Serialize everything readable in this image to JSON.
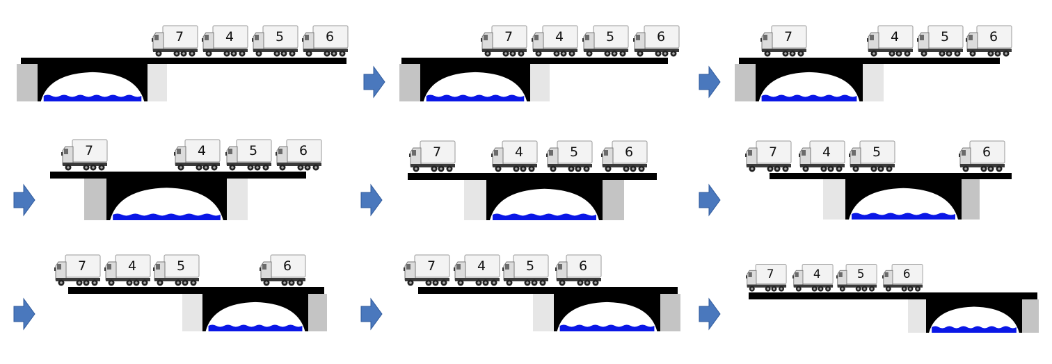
{
  "colors": {
    "background": "#ffffff",
    "deck": "#000000",
    "arch_fill": "#000000",
    "water": "#0a17e6",
    "pier_dark": "#c4c4c4",
    "pier_light": "#e6e6e6",
    "arrow": "#4a78bd",
    "arrow_edge": "#2f5a9c",
    "truck_body": "#f3f3f3",
    "truck_cab": "#dcdcdc"
  },
  "icons": {
    "truck": "truck-icon",
    "arrow": "arrow-right-icon",
    "bridge": "bridge-icon"
  },
  "panels": [
    {
      "trucks": [
        "7",
        "4",
        "5",
        "6"
      ]
    },
    {
      "trucks": [
        "7",
        "4",
        "5",
        "6"
      ]
    },
    {
      "trucks": [
        "7",
        "4",
        "5",
        "6"
      ]
    },
    {
      "trucks": [
        "7",
        "4",
        "5",
        "6"
      ]
    },
    {
      "trucks": [
        "7",
        "4",
        "5",
        "6"
      ]
    },
    {
      "trucks": [
        "7",
        "4",
        "5",
        "6"
      ]
    },
    {
      "trucks": [
        "7",
        "4",
        "5",
        "6"
      ]
    },
    {
      "trucks": [
        "7",
        "4",
        "5",
        "6"
      ]
    },
    {
      "trucks": [
        "7",
        "4",
        "5",
        "6"
      ]
    }
  ]
}
